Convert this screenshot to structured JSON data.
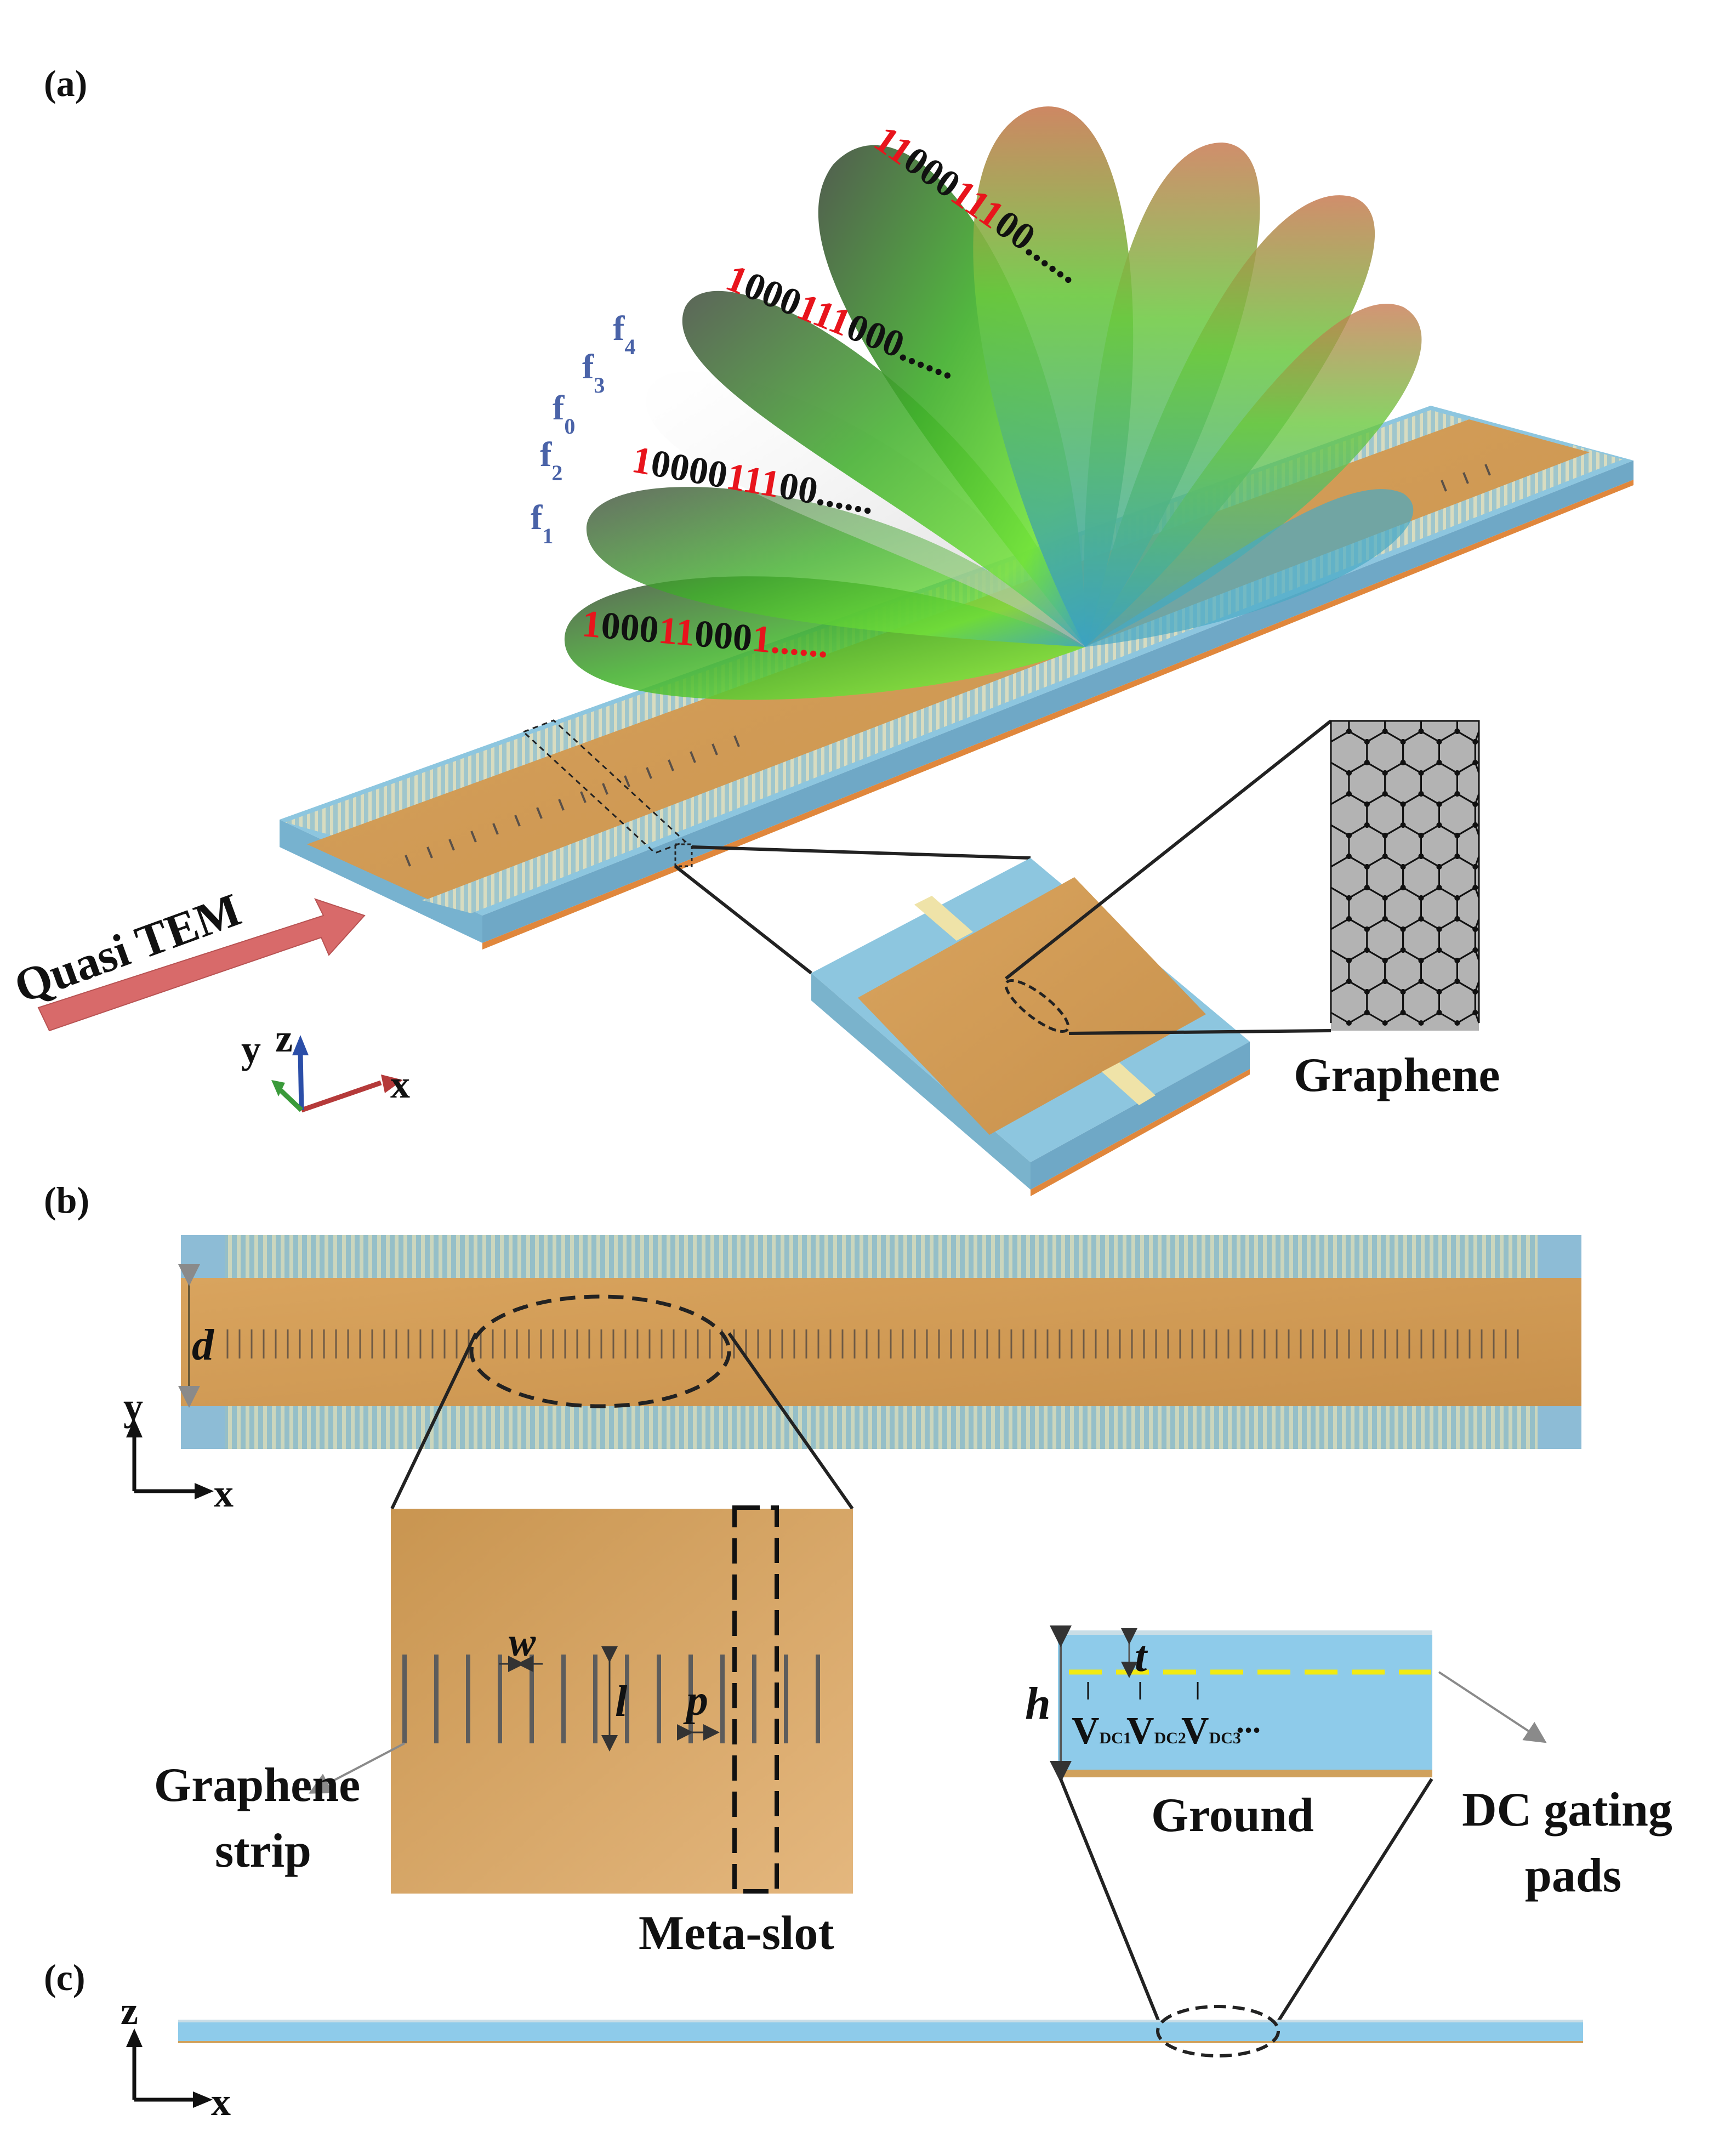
{
  "panels": {
    "a": "(a)",
    "b": "(b)",
    "c": "(c)"
  },
  "panel_a": {
    "input_wave": "Quasi TEM",
    "graphene_label": "Graphene",
    "axes": {
      "y": "y",
      "z": "z",
      "x": "x"
    },
    "frequencies": [
      {
        "base": "f",
        "sub": "4"
      },
      {
        "base": "f",
        "sub": "3"
      },
      {
        "base": "f",
        "sub": "0"
      },
      {
        "base": "f",
        "sub": "2"
      },
      {
        "base": "f",
        "sub": "1"
      }
    ],
    "codes": [
      {
        "text": "1100011100......",
        "red": [
          0,
          1,
          5,
          6,
          7
        ]
      },
      {
        "text": "1000111000......",
        "red": [
          0,
          4,
          5,
          6
        ]
      },
      {
        "text": "1000011100......",
        "red": [
          0,
          5,
          6,
          7
        ]
      },
      {
        "text": "1000110001......",
        "red": [
          0,
          4,
          5,
          9,
          10,
          11,
          12,
          13,
          14,
          15
        ]
      }
    ]
  },
  "panel_b": {
    "width_label": "d",
    "axes": {
      "y": "y",
      "x": "x"
    },
    "slot_width": "w",
    "slot_length": "l",
    "slot_period": "p",
    "graphene_strip": [
      "Graphene",
      "strip"
    ],
    "meta_slot": "Meta-slot",
    "thickness_h": "h",
    "thickness_t": "t",
    "dc_voltages": [
      {
        "base": "V",
        "sub": "DC1"
      },
      {
        "base": "V",
        "sub": "DC2"
      },
      {
        "base": "V",
        "sub": "DC3"
      }
    ],
    "ellipsis": "...",
    "ground": "Ground",
    "dc_pads": [
      "DC gating",
      "pads"
    ]
  },
  "panel_c": {
    "axes": {
      "z": "z",
      "x": "x"
    }
  },
  "colors": {
    "copper": "#d2a05a",
    "substrate": "#8ecbea",
    "code_red": "#e8141c",
    "freq_blue": "#4a63a8",
    "arrow": "#d86a6a",
    "gate_yellow": "#f2ea12"
  }
}
